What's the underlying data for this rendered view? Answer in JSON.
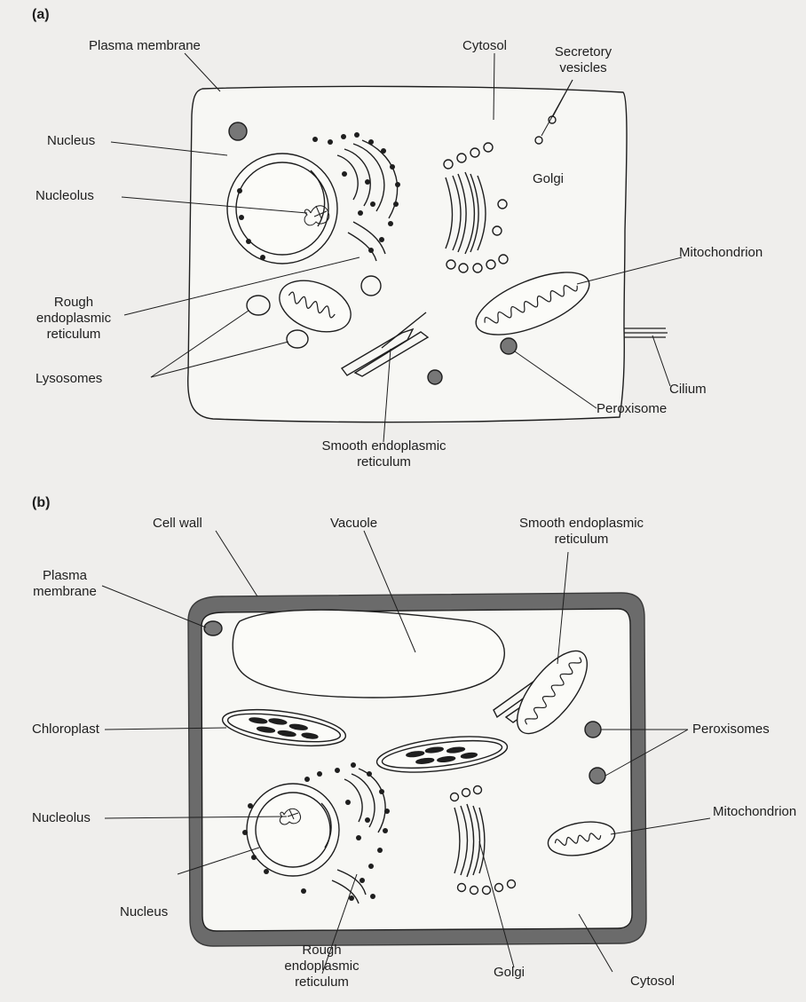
{
  "panels": {
    "a": {
      "tag": "(a)",
      "labels": {
        "plasma_membrane": "Plasma membrane",
        "cytosol": "Cytosol",
        "secretory_vesicles": [
          "Secretory",
          "vesicles"
        ],
        "nucleus": "Nucleus",
        "nucleolus": "Nucleolus",
        "golgi": "Golgi",
        "mitochondrion": "Mitochondrion",
        "rough_er": [
          "Rough",
          "endoplasmic",
          "reticulum"
        ],
        "lysosomes": "Lysosomes",
        "cilium": "Cilium",
        "peroxisome": "Peroxisome",
        "smooth_er": [
          "Smooth endoplasmic",
          "reticulum"
        ]
      }
    },
    "b": {
      "tag": "(b)",
      "labels": {
        "cell_wall": "Cell wall",
        "vacuole": "Vacuole",
        "smooth_er": [
          "Smooth endoplasmic",
          "reticulum"
        ],
        "plasma_membrane": [
          "Plasma",
          "membrane"
        ],
        "chloroplast": "Chloroplast",
        "peroxisomes": "Peroxisomes",
        "nucleolus": "Nucleolus",
        "mitochondrion": "Mitochondrion",
        "nucleus": "Nucleus",
        "rough_er": [
          "Rough",
          "endoplasmic",
          "reticulum"
        ],
        "golgi": "Golgi",
        "cytosol": "Cytosol"
      }
    }
  },
  "colors": {
    "ink": "#1e1e1e",
    "page": "#efeeec",
    "cell_wall": "#6b6b6b",
    "organelle_fill": "#f6f6f3",
    "dark_organelle": "#777777"
  }
}
